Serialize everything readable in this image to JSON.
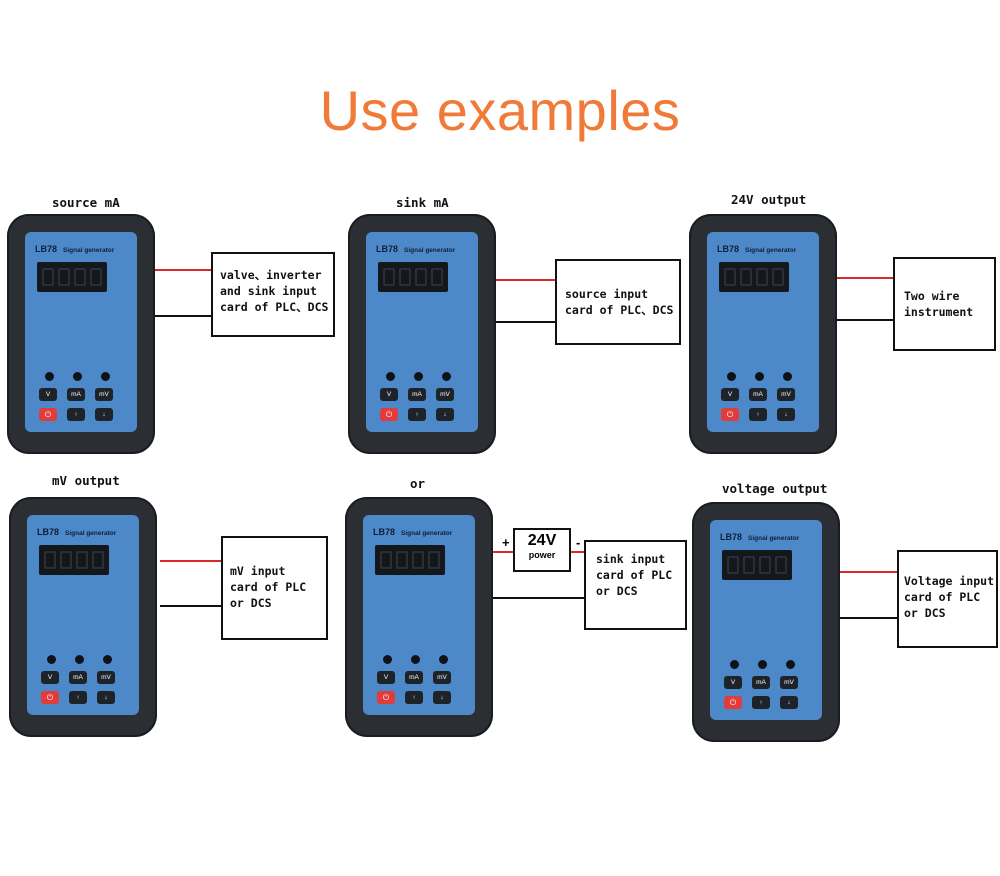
{
  "title": "Use examples",
  "device": {
    "brand": "LB78",
    "subtitle": "Signal generator",
    "buttons": [
      "V",
      "mA",
      "mV"
    ],
    "power_symbol": "⏻",
    "up": "↑",
    "down": "↓"
  },
  "examples": [
    {
      "caption": "source mA",
      "box_text": "valve、inverter\nand sink input\ncard of PLC、DCS"
    },
    {
      "caption": "sink mA",
      "box_text": "source input\ncard of PLC、DCS"
    },
    {
      "caption": "24V output",
      "box_text": "Two wire\ninstrument"
    },
    {
      "caption": "mV output",
      "box_text": "mV input\ncard of PLC\nor DCS"
    },
    {
      "caption": "or",
      "box_text": "sink input\ncard of PLC\nor DCS"
    },
    {
      "caption": "voltage output",
      "box_text": "Voltage input\ncard of PLC\nor DCS"
    }
  ],
  "power_supply": {
    "voltage": "24V",
    "label": "power",
    "plus": "+",
    "minus": "-"
  },
  "colors": {
    "title": "#f07a38",
    "device_face": "#4d89c9",
    "device_frame": "#2b2f33",
    "wire_positive": "#d62a2a",
    "wire_negative": "#111111"
  }
}
